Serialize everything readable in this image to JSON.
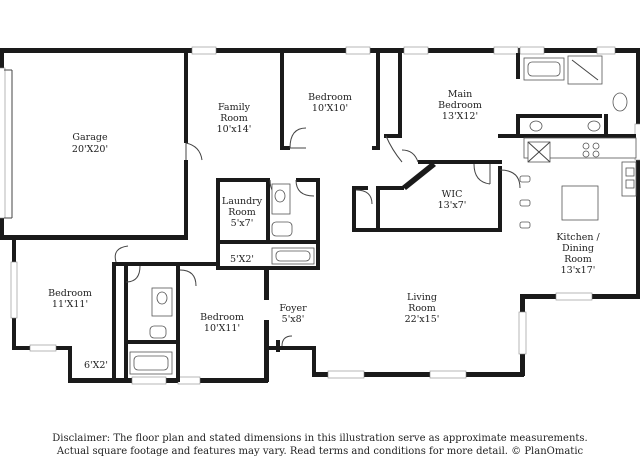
{
  "rooms": [
    {
      "id": "garage",
      "name": "Garage",
      "dims": "20'X20'"
    },
    {
      "id": "family",
      "name": "Family",
      "name2": "Room",
      "dims": "10'x14'"
    },
    {
      "id": "bedroom1",
      "name": "Bedroom",
      "dims": "10'X10'"
    },
    {
      "id": "main",
      "name": "Main",
      "name2": "Bedroom",
      "dims": "13'X12'"
    },
    {
      "id": "laundry",
      "name": "Laundry",
      "name2": "Room",
      "dims": "5'x7'"
    },
    {
      "id": "closet5x2",
      "name": "5'X2'"
    },
    {
      "id": "wic",
      "name": "WIC",
      "dims": "13'x7'"
    },
    {
      "id": "kitchen",
      "name": "Kitchen /",
      "name2": "Dining",
      "name3": "Room",
      "dims": "13'x17'"
    },
    {
      "id": "bedroom2",
      "name": "Bedroom",
      "dims": "11'X11'"
    },
    {
      "id": "bedroom3",
      "name": "Bedroom",
      "dims": "10'X11'"
    },
    {
      "id": "foyer",
      "name": "Foyer",
      "dims": "5'x8'"
    },
    {
      "id": "living",
      "name": "Living",
      "name2": "Room",
      "dims": "22'x15'"
    },
    {
      "id": "closet6x2",
      "name": "6'X2'"
    }
  ],
  "disclaimer": {
    "line1": "Disclaimer: The floor plan and stated dimensions in this illustration serve as approximate measurements.",
    "line2": "Actual square footage and features may vary. Read terms and conditions for more detail. © PlanOmatic"
  }
}
